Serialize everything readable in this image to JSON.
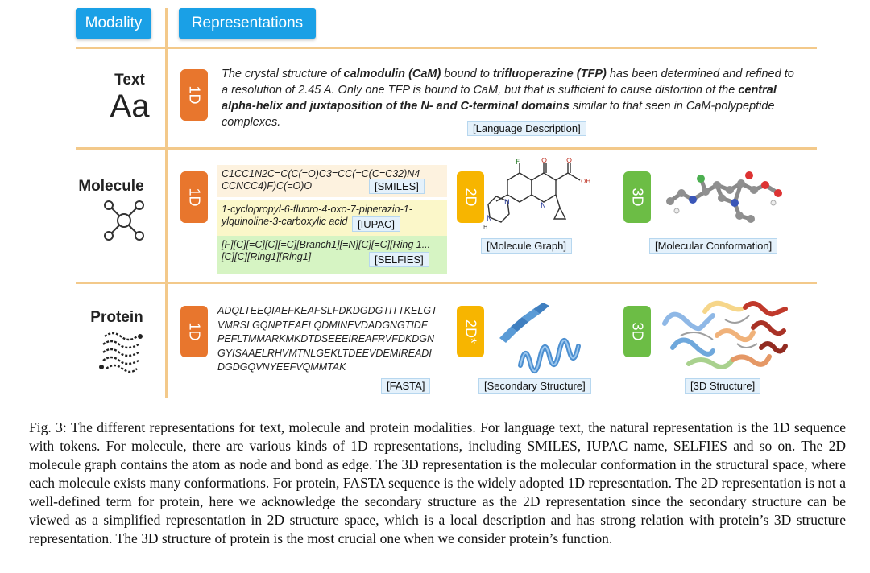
{
  "header": {
    "modality": "Modality",
    "representations": "Representations"
  },
  "text_row": {
    "label": "Text",
    "glyph": "Aa",
    "badge": "1D",
    "parts": [
      {
        "t": "The crystal structure of ",
        "b": false
      },
      {
        "t": "calmodulin (CaM)",
        "b": true
      },
      {
        "t": " bound to ",
        "b": false
      },
      {
        "t": "trifluoperazine (TFP)",
        "b": true
      },
      {
        "t": " has been determined and refined to a resolution of 2.45 A. Only one TFP is bound to CaM, but that is sufficient to cause distortion of the ",
        "b": false
      },
      {
        "t": "central alpha-helix and juxtaposition of the N- and C-terminal domains",
        "b": true
      },
      {
        "t": " similar to that seen in CaM-polypeptide complexes.",
        "b": false
      }
    ],
    "tag": "[Language Description]"
  },
  "molecule_row": {
    "label": "Molecule",
    "badge_1d": "1D",
    "smiles": "C1CC1N2C=C(C(=O)C3=CC(=C(C=C32)N4 CCNCC4)F)C(=O)O",
    "smiles_tag": "[SMILES]",
    "iupac": "1-cyclopropyl-6-fluoro-4-oxo-7-piperazin-1-ylquinoline-3-carboxylic acid",
    "iupac_tag": "[IUPAC]",
    "selfies": "[F][C][=C][C][=C][Branch1][=N][C][=C][Ring 1... [C][C][Ring1][Ring1]",
    "selfies_tag": "[SELFIES]",
    "badge_2d": "2D",
    "graph_tag": "[Molecule Graph]",
    "graph_atoms": [
      "F",
      "O",
      "O",
      "OH",
      "N",
      "N",
      "N",
      "H"
    ],
    "badge_3d": "3D",
    "conf_tag": "[Molecular Conformation]"
  },
  "protein_row": {
    "label": "Protein",
    "badge_1d": "1D",
    "seq_lines": [
      "ADQLTEEQIAEFKEAFSLFDKDGDGTITTKELGT",
      "VMRSLGQNPTEAELQDMINEVDADGNGTIDF",
      "PEFLTMMARKMKDTDSEEEIREAFRVFDKDGN",
      "GYISAAELRHVMTNLGEKLTDEEVDEMIREADI",
      "DGDGQVNYEEFVQMMTAK"
    ],
    "fasta_tag": "[FASTA]",
    "badge_2d": "2D*",
    "sec_tag": "[Secondary Structure]",
    "badge_3d": "3D",
    "struct_tag": "[3D Structure]"
  },
  "caption": "Fig. 3: The different representations for text, molecule and protein modalities. For language text, the natural representation is the 1D sequence with tokens. For molecule, there are various kinds of 1D representations, including SMILES, IUPAC name, SELFIES and so on. The 2D molecule graph contains the atom as node and bond as edge. The 3D representation is the molecular conformation in the structural space, where each molecule exists many conformations. For protein, FASTA sequence is the widely adopted 1D representation. The 2D representation is not a well-defined term for protein, here we acknowledge the secondary structure as the 2D representation since the secondary structure can be viewed as a simplified representation in 2D structure space, which is a local description and has strong relation with protein’s 3D structure representation. The 3D structure of protein is the most crucial one when we consider protein’s function."
}
